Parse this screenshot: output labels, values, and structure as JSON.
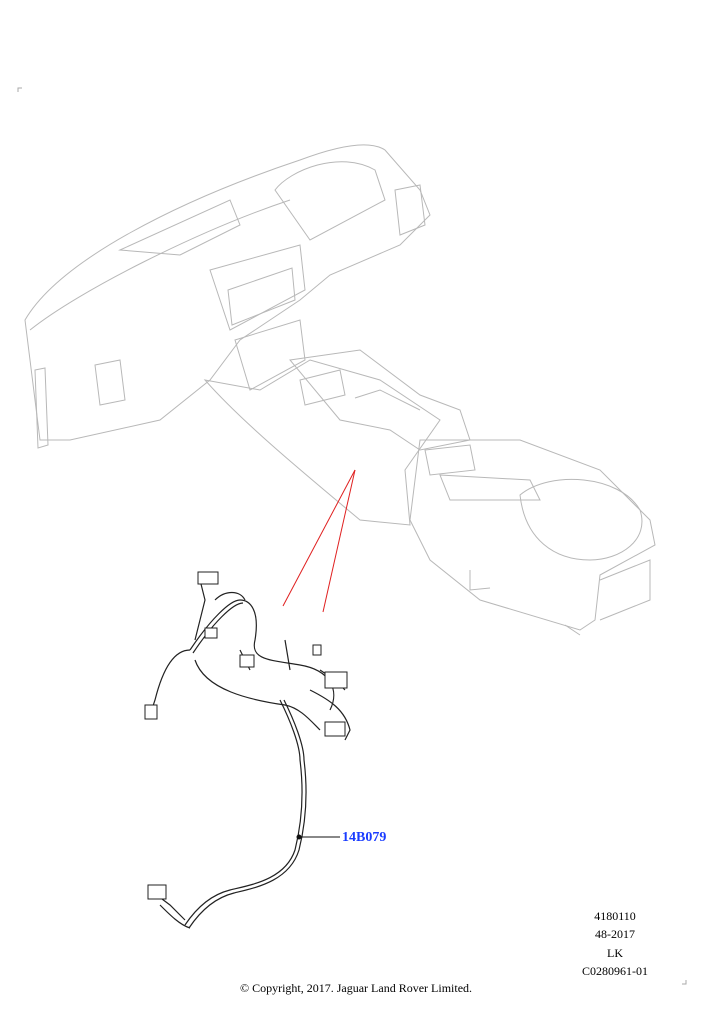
{
  "callout": {
    "part_number": "14B079",
    "color": "#1a3cff"
  },
  "meta": {
    "lines": [
      "4180110",
      "48-2017",
      "LK",
      "C0280961-01"
    ]
  },
  "copyright": "© Copyright, 2017. Jaguar Land Rover Limited.",
  "leader_color": "#e02020"
}
